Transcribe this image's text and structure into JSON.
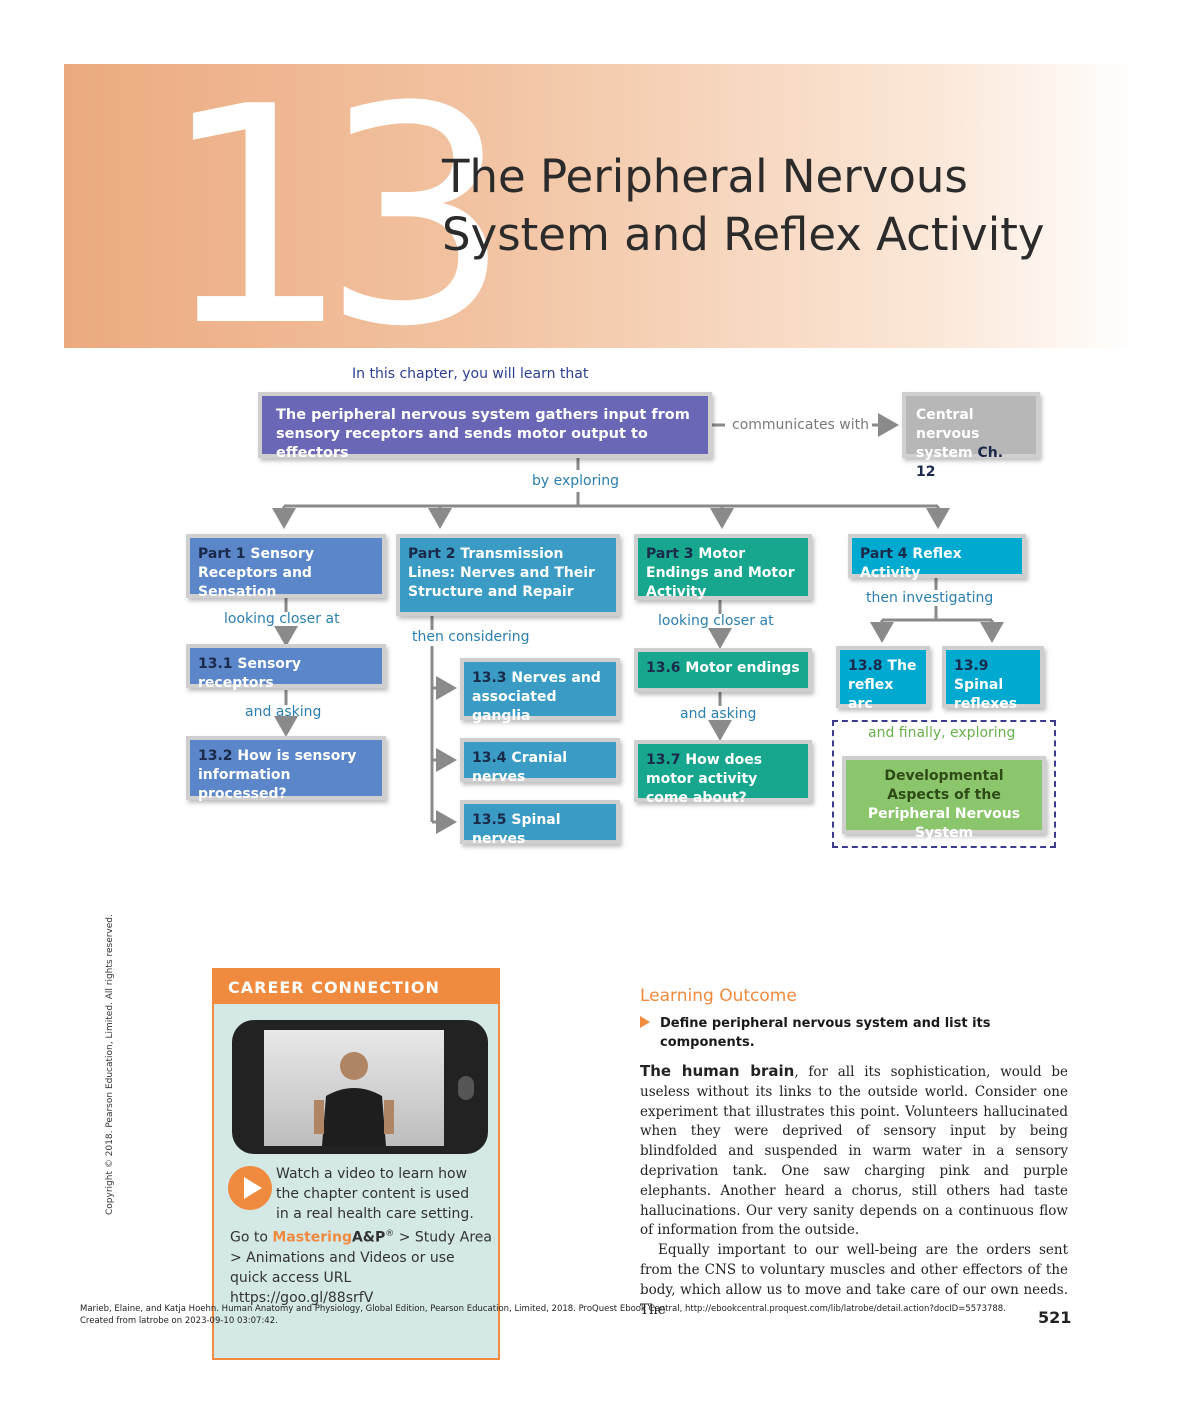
{
  "chapter": {
    "number": "13",
    "title": "The Peripheral Nervous System and Reflex Activity"
  },
  "concept_map": {
    "intro": "In this chapter, you will learn that",
    "main_box": "The peripheral nervous system gathers input from sensory receptors and sends motor output to effectors",
    "communicates_with": "communicates with",
    "cns_box": "Central nervous system",
    "cns_ref": "Ch. 12",
    "by_exploring": "by exploring",
    "part1_label": "Part 1",
    "part1_title": "Sensory Receptors and Sensation",
    "part2_label": "Part 2",
    "part2_title": "Transmission Lines: Nerves and Their Structure and Repair",
    "part3_label": "Part 3",
    "part3_title": "Motor Endings and Motor Activity",
    "part4_label": "Part 4",
    "part4_title": "Reflex Activity",
    "looking_closer_1": "looking closer at",
    "looking_closer_3": "looking closer at",
    "then_considering": "then considering",
    "then_investigating": "then  investigating",
    "and_asking_1": "and asking",
    "and_asking_3": "and asking",
    "and_finally": "and finally, exploring",
    "s13_1_num": "13.1",
    "s13_1_title": "Sensory receptors",
    "s13_2_num": "13.2",
    "s13_2_title": "How is sensory information processed?",
    "s13_3_num": "13.3",
    "s13_3_title": "Nerves and associated ganglia",
    "s13_4_num": "13.4",
    "s13_4_title": "Cranial nerves",
    "s13_5_num": "13.5",
    "s13_5_title": "Spinal nerves",
    "s13_6_num": "13.6",
    "s13_6_title": "Motor endings",
    "s13_7_num": "13.7",
    "s13_7_title": "How does motor activity come about?",
    "s13_8_num": "13.8",
    "s13_8_title": "The reflex arc",
    "s13_9_num": "13.9",
    "s13_9_title": "Spinal reflexes",
    "dev_a": "Developmental Aspects of the",
    "dev_b": "Peripheral Nervous System"
  },
  "career": {
    "heading": "CAREER CONNECTION",
    "text1": "Watch a video to learn how the chapter content is used in a real health care setting.",
    "go_to": "Go to",
    "mastering": "Mastering",
    "ap": "A&P",
    "reg": "®",
    "text2": " > Study Area > Animations and Videos or use quick access URL https://goo.gl/88srfV"
  },
  "learning_outcome": {
    "heading": "Learning Outcome",
    "text": "Define peripheral nervous system and list its components."
  },
  "body": {
    "lead": "The human brain",
    "p1": ", for all its sophistication, would be useless without its links to the outside world. Consider one experiment that illustrates this point. Volunteers hallucinated when they were deprived of sensory input by being blindfolded and suspended in warm water in a sensory deprivation tank. One saw charging pink and purple elephants. Another heard a chorus, still others had taste hallucinations. Our very sanity depends on a continuous flow of information from the outside.",
    "p2": "Equally important to our well-being are the orders sent from the CNS to voluntary muscles and other effectors of the body, which allow us to move and take care of our own needs. The"
  },
  "copyright": "Copyright © 2018. Pearson Education, Limited. All rights reserved.",
  "footer": {
    "line1": "Marieb, Elaine, and Katja Hoehn. Human Anatomy and Physiology, Global Edition, Pearson Education, Limited, 2018. ProQuest Ebook Central, http://ebookcentral.proquest.com/lib/latrobe/detail.action?docID=5573788.",
    "line2": "Created from latrobe on 2023-09-10 03:07:42."
  },
  "page_number": "521"
}
